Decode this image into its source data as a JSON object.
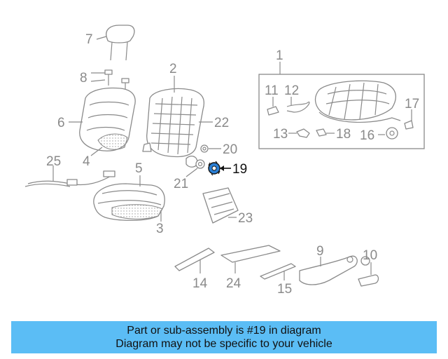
{
  "highlighted_part": "19",
  "labels": {
    "l1": "1",
    "l2": "2",
    "l3": "3",
    "l4": "4",
    "l5": "5",
    "l6": "6",
    "l7": "7",
    "l8": "8",
    "l9": "9",
    "l10": "10",
    "l11": "11",
    "l12": "12",
    "l13": "13",
    "l14": "14",
    "l15": "15",
    "l16": "16",
    "l17": "17",
    "l18": "18",
    "l19": "19",
    "l20": "20",
    "l21": "21",
    "l22": "22",
    "l23": "23",
    "l24": "24",
    "l25": "25"
  },
  "banner": {
    "line1": "Part or sub-assembly is #19 in diagram",
    "line2": "Diagram may not be specific to your vehicle"
  },
  "colors": {
    "banner": "#5bbdf5",
    "highlight": "#2a7fd4",
    "line": "#8a8a8a"
  }
}
